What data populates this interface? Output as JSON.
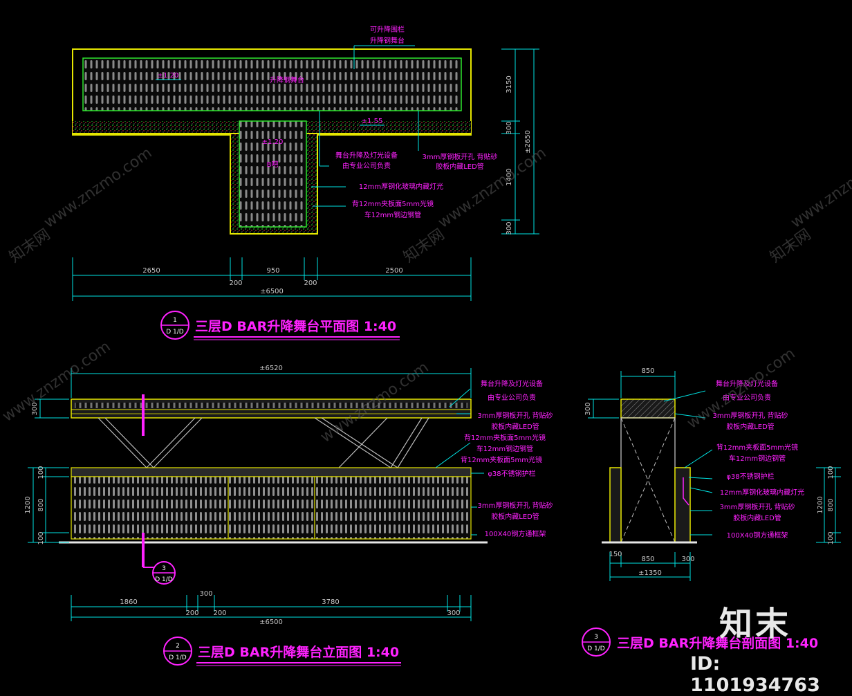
{
  "plan": {
    "title": "三层D BAR升降舞台平面图 1:40",
    "tag": {
      "num": "1",
      "sheet": "D 1/D"
    },
    "labels": {
      "top1": "可升降围栏",
      "top2": "升降钢舞台",
      "center": "升降钢舞台",
      "lev1": "±1.20",
      "lev2": "±1.55",
      "lev3": "±1.20",
      "stem": "B吧"
    },
    "callouts": [
      "舞台升降及灯光设备",
      "由专业公司负责",
      "3mm厚钢板开孔 背贴砂",
      "胶板内藏LED管",
      "12mm厚钢化玻璃内藏灯光",
      "背12mm夹板面5mm光镜",
      "车12mm钢边钢管"
    ],
    "dims_right": [
      "3150",
      "300",
      "1400",
      "300",
      "±2650"
    ],
    "dims_bottom": [
      "2650",
      "200",
      "950",
      "200",
      "2500",
      "±6500"
    ]
  },
  "elev": {
    "title": "三层D BAR升降舞台立面图 1:40",
    "tag": {
      "num": "2",
      "sheet": "D 1/D"
    },
    "section_tag": {
      "num": "3",
      "sheet": "D 1/D"
    },
    "dim_top": "±6520",
    "dim_left_top": "300",
    "dims_left": [
      "1200",
      "100",
      "800",
      "100"
    ],
    "dims_bottom": [
      "1860",
      "200",
      "300",
      "200",
      "3780",
      "300",
      "±6500"
    ],
    "callouts": [
      "舞台升降及灯光设备",
      "由专业公司负责",
      "3mm厚钢板开孔 背贴砂",
      "胶板内藏LED管",
      "背12mm夹板面5mm光镜",
      "车12mm钢边钢管",
      "背12mm夹板面5mm光镜",
      "φ38不锈钢护栏",
      "3mm厚钢板开孔 背贴砂",
      "胶板内藏LED管",
      "100X40钢方通框架"
    ]
  },
  "section": {
    "title": "三层D BAR升降舞台剖面图 1:40",
    "tag": {
      "num": "3",
      "sheet": "D 1/D"
    },
    "dim_top": "850",
    "dim_left": "300",
    "dims_right": [
      "100",
      "800",
      "1200",
      "100"
    ],
    "dims_bottom": [
      "150",
      "850",
      "300",
      "±1350"
    ],
    "callouts": [
      "舞台升降及灯光设备",
      "由专业公司负责",
      "3mm厚钢板开孔 背贴砂",
      "胶板内藏LED管",
      "背12mm夹板面5mm光镜",
      "车12mm钢边钢管",
      "φ38不锈钢护栏",
      "12mm厚钢化玻璃内藏灯光",
      "3mm厚钢板开孔 背贴砂",
      "胶板内藏LED管",
      "100X40钢方通框架"
    ]
  },
  "watermark": "www.znzmo.com",
  "watermark2": "知末网",
  "logo": "知末",
  "id_label": "ID: 1101934763",
  "colors": {
    "background": "#000000",
    "yellow": "#e6e600",
    "cyan": "#00e5e5",
    "magenta": "#ff22ff",
    "green": "#2ee82e",
    "white": "#ffffff"
  }
}
